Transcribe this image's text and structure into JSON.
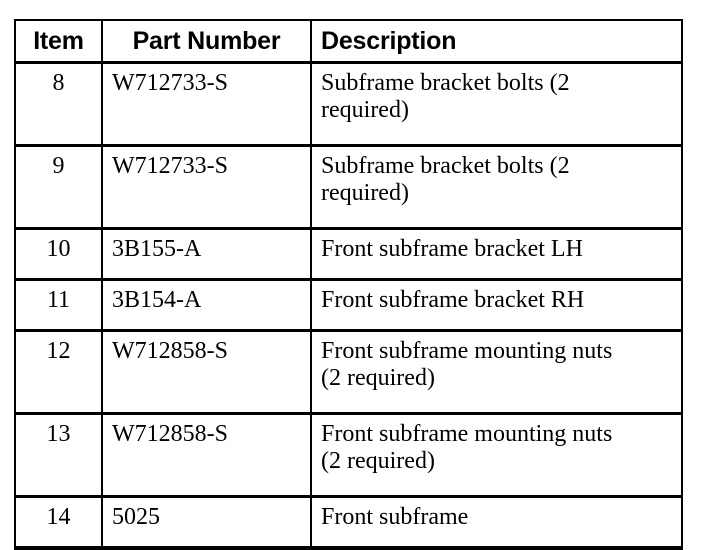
{
  "document": {
    "type": "parts-list-table",
    "background_color": "#ffffff",
    "text_color": "#000000",
    "border_color": "#000000"
  },
  "table": {
    "headers": {
      "item": "Item",
      "part_number": "Part Number",
      "description": "Description"
    },
    "rows": [
      {
        "item": "8",
        "part_number": "W712733-S",
        "description_line1": "Subframe bracket bolts (2",
        "description_line2": "required)"
      },
      {
        "item": "9",
        "part_number": "W712733-S",
        "description_line1": "Subframe bracket bolts (2",
        "description_line2": "required)"
      },
      {
        "item": "10",
        "part_number": "3B155-A",
        "description_line1": "Front subframe bracket LH",
        "description_line2": ""
      },
      {
        "item": "11",
        "part_number": "3B154-A",
        "description_line1": "Front subframe bracket RH",
        "description_line2": ""
      },
      {
        "item": "12",
        "part_number": "W712858-S",
        "description_line1": "Front subframe mounting nuts",
        "description_line2": "(2 required)"
      },
      {
        "item": "13",
        "part_number": "W712858-S",
        "description_line1": "Front subframe mounting nuts",
        "description_line2": "(2 required)"
      },
      {
        "item": "14",
        "part_number": "5025",
        "description_line1": "Front subframe",
        "description_line2": ""
      }
    ]
  }
}
